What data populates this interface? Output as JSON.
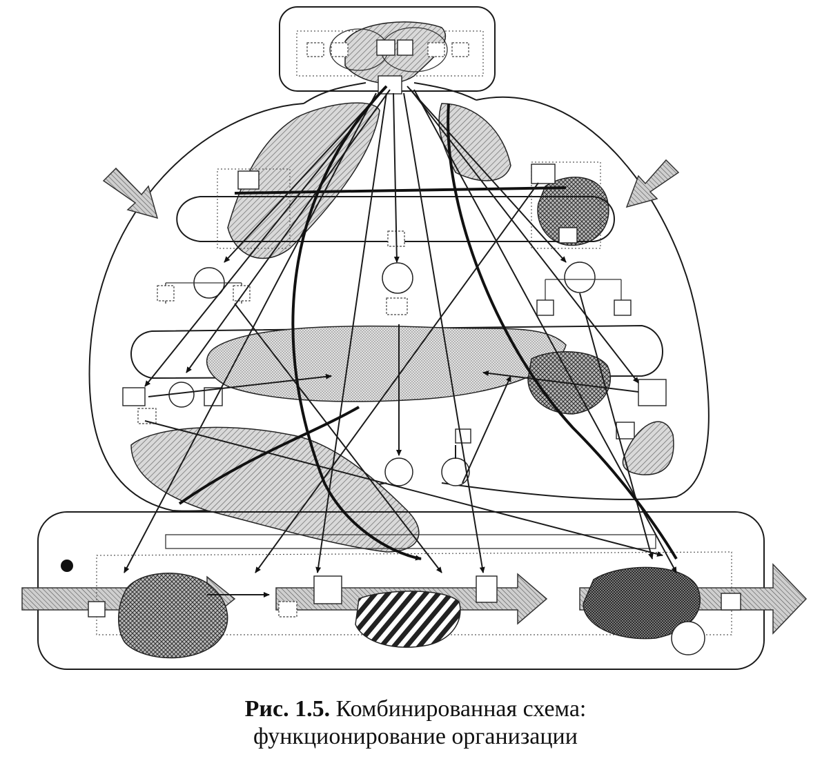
{
  "figure": {
    "label": "Рис. 1.5.",
    "title_line1": "Комбинированная схема:",
    "title_line2": "функционирование организации"
  }
}
